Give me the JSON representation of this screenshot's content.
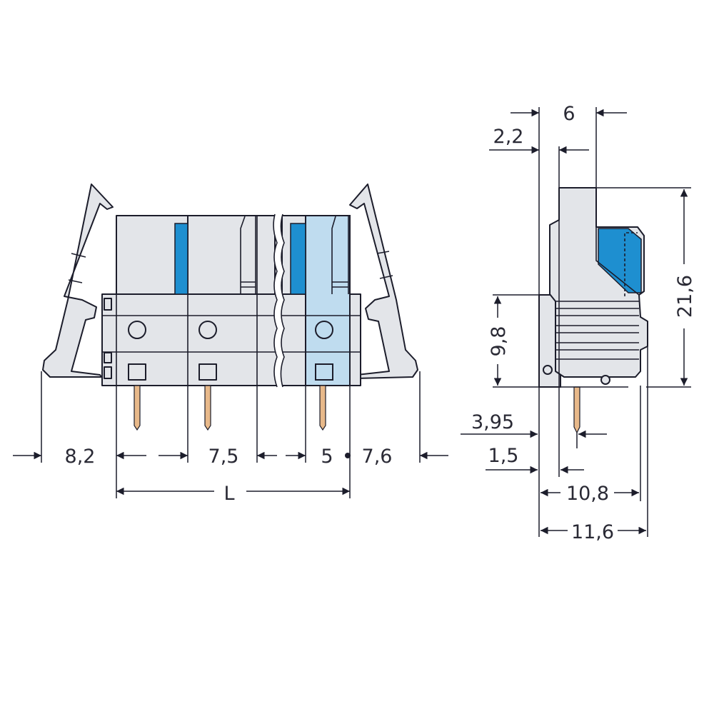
{
  "colors": {
    "housing": "#e3e5e9",
    "actuator_blue": "#1e8fd0",
    "highlight_blue": "#bfdcef",
    "pin": "#e8b98a",
    "outline": "#1c1d2b"
  },
  "front_view": {
    "dimensions": {
      "lever_left": "8,2",
      "pitch": "7,5",
      "offset": "5",
      "lever_right": "7,6",
      "length": "L"
    }
  },
  "side_view": {
    "dimensions": {
      "top_offset": "2,2",
      "top_width": "6",
      "lower_height": "9,8",
      "total_height": "21,6",
      "pin_offset": "3,95",
      "base_offset": "1,5",
      "body_depth": "10,8",
      "total_depth": "11,6"
    }
  }
}
